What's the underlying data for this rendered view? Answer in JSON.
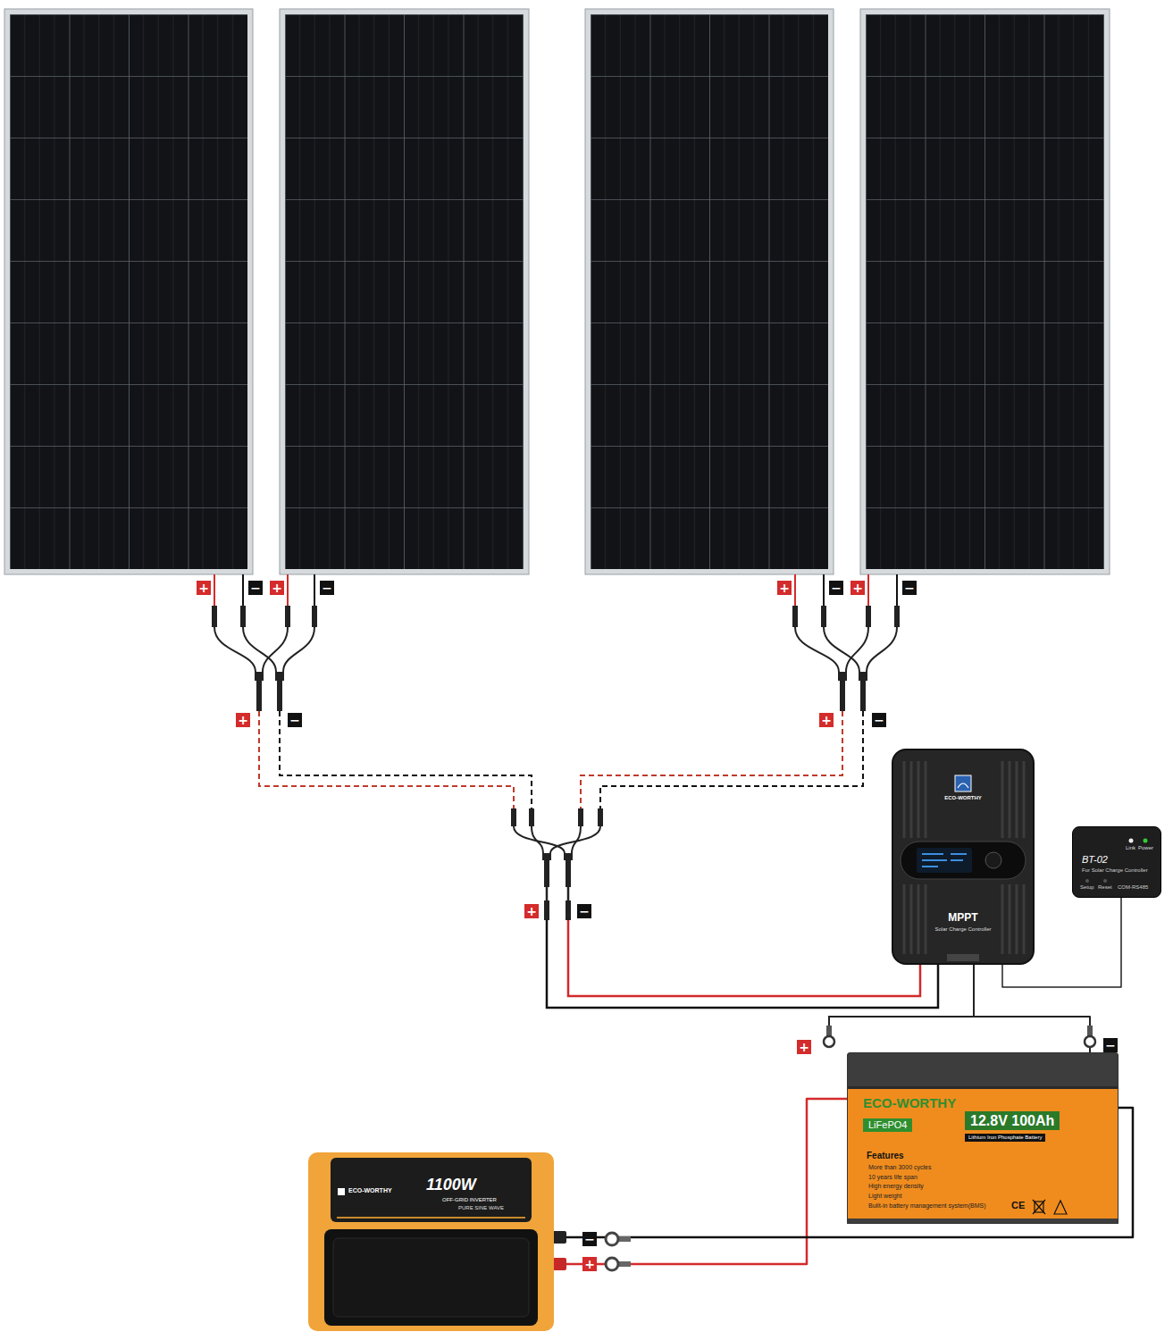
{
  "diagram": {
    "nodes": [
      {
        "text": [
          "ECO-WORTHY",
          "MPPT",
          "Solar Charge Controller"
        ]
      },
      {
        "text": [
          "Link",
          "Power",
          "BT-02",
          "For Solar Charge Controller",
          "Setup",
          "Reset",
          "COM-RS485"
        ]
      },
      {
        "text": [
          "ECO-WORTHY",
          "LiFePO4",
          "12.8V 100Ah",
          "Lithium Iron Phosphate Battery",
          "Features",
          "More than 3000 cycles",
          "10 years life span",
          "High energy density",
          "Light weight",
          "Built-in battery management system(BMS)",
          "CE"
        ]
      },
      {
        "text": [
          "ECO-WORTHY",
          "1100W",
          "OFF-GRID INVERTER",
          "PURE SINE WAVE"
        ]
      }
    ],
    "edges": [
      {
        "from": 0,
        "to": 1,
        "arrow": "none"
      },
      {
        "from": 0,
        "to": 2,
        "arrow": "none"
      },
      {
        "from": 2,
        "to": 3,
        "arrow": "none"
      },
      {
        "from": 2,
        "to": 3,
        "arrow": "none"
      }
    ],
    "labels": [
      "+",
      "−",
      "+",
      "−",
      "+",
      "−",
      "+",
      "−",
      "+",
      "−",
      "+",
      "−",
      "+",
      "−",
      "+",
      "−",
      "−",
      "+"
    ]
  }
}
